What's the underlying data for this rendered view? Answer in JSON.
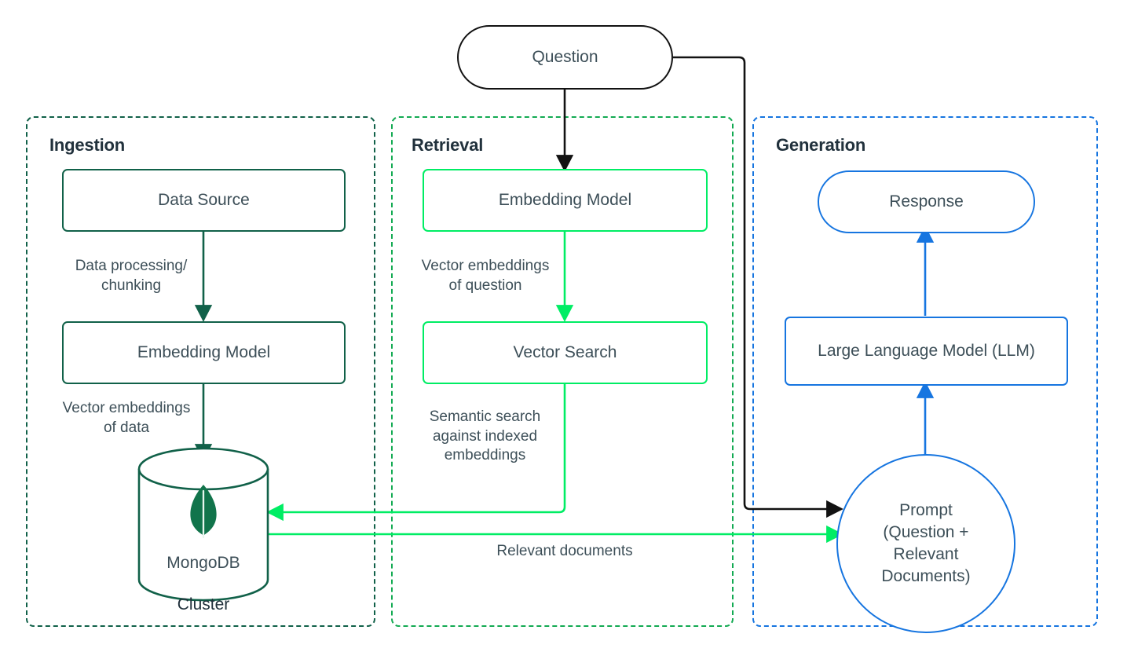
{
  "colors": {
    "ingestion": "#116149",
    "retrieval": "#00ED64",
    "retrieval_dash": "#13AA52",
    "generation": "#1675E0",
    "black": "#121212",
    "text": "#3d4f58",
    "title": "#21313c",
    "mongo_leaf": "#11744B"
  },
  "panels": [
    {
      "key": "ingestion",
      "title": "Ingestion"
    },
    {
      "key": "retrieval",
      "title": "Retrieval"
    },
    {
      "key": "generation",
      "title": "Generation"
    }
  ],
  "nodes": {
    "question": "Question",
    "data_source": "Data Source",
    "ingestion_embedding_model": "Embedding Model",
    "mongodb_cluster_line1": "MongoDB",
    "mongodb_cluster_line2": "Cluster",
    "retrieval_embedding_model": "Embedding Model",
    "vector_search": "Vector Search",
    "response": "Response",
    "llm": "Large Language Model (LLM)",
    "prompt_line1": "Prompt",
    "prompt_line2": "(Question +",
    "prompt_line3": "Relevant",
    "prompt_line4": "Documents)"
  },
  "edge_labels": {
    "data_processing": "Data processing/\nchunking",
    "vector_embeddings_data": "Vector embeddings\nof data",
    "vector_embeddings_question": "Vector embeddings\nof question",
    "semantic_search": "Semantic search\nagainst indexed\nembeddings",
    "relevant_documents": "Relevant documents"
  },
  "icons": {
    "mongodb_leaf": "mongodb-leaf-icon"
  }
}
